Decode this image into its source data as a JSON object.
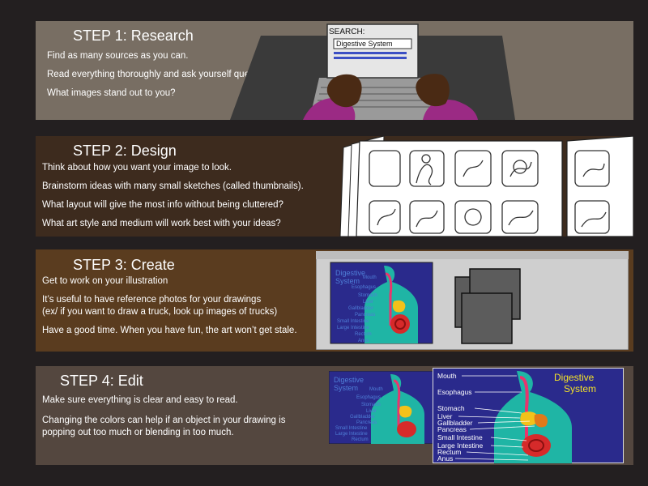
{
  "steps": [
    {
      "title": "STEP 1: Research",
      "lines": [
        "Find as many sources as you can.",
        "Read everything thoroughly and ask yourself questions.",
        "What images stand out to you?"
      ],
      "laptop": {
        "search_label": "SEARCH:",
        "search_value": "Digestive System"
      }
    },
    {
      "title": "STEP 2: Design",
      "lines": [
        "Think about how you want your image to look.",
        "Brainstorm ideas with many small sketches (called thumbnails).",
        "What layout will give the most info without being cluttered?",
        "What art style and medium will work best with your ideas?"
      ]
    },
    {
      "title": "STEP 3: Create",
      "lines": [
        "Get to work on your illustration",
        "It’s useful to have reference photos for your drawings",
        "(ex/ if you want to draw a truck, look up images of trucks)",
        "Have a good time. When you have fun, the art won’t get stale."
      ]
    },
    {
      "title": "STEP 4: Edit",
      "lines": [
        "Make sure everything is clear and easy to read.",
        "Changing the colors can help if an object in your drawing is",
        "popping out too much or blending in too much."
      ]
    }
  ],
  "diagram": {
    "title_line1": "Digestive",
    "title_line2": "System",
    "labels": [
      "Mouth",
      "Esophagus",
      "Stomach",
      "Liver",
      "Gallbladder",
      "Pancreas",
      "Small Intestine",
      "Large Intestine",
      "Rectum",
      "Anus"
    ]
  },
  "colors": {
    "background": "#231f20",
    "panel1": "#786e63",
    "panel2": "#3d2b1e",
    "panel3": "#5a3c1f",
    "panel4": "#54473f",
    "diagram_bg": "#2a2a8c",
    "body_teal": "#1fb5a5",
    "title_yellow": "#f2e12a"
  }
}
